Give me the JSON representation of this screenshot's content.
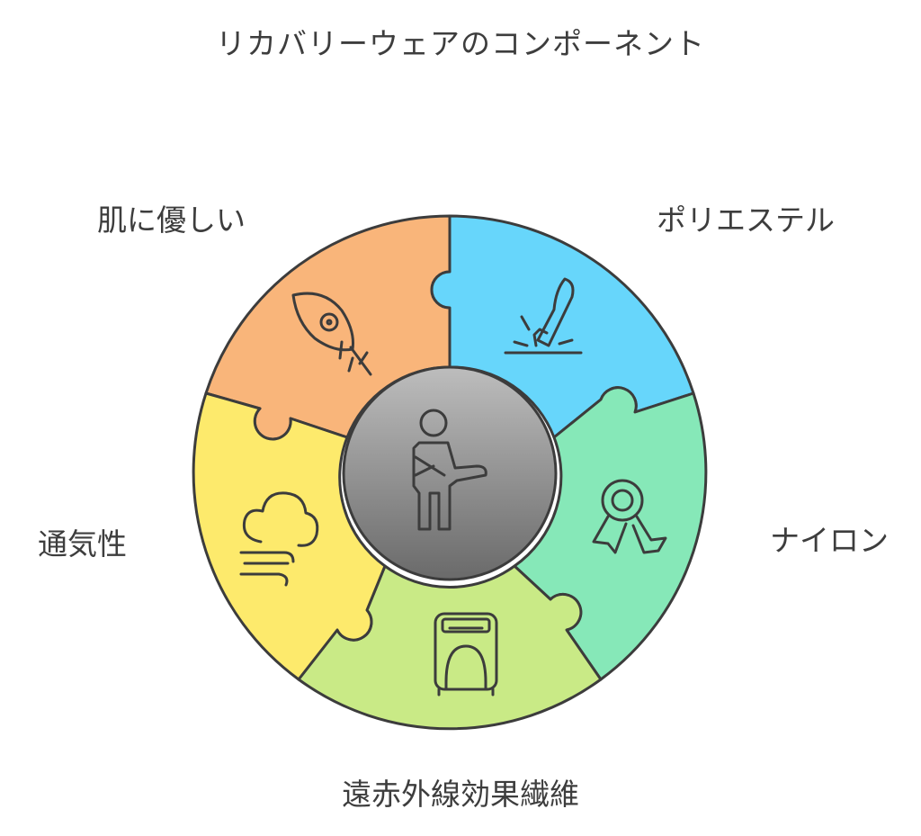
{
  "title": "リカバリーウェアのコンポーネント",
  "center": {
    "icon": "injured-person-icon"
  },
  "segments": [
    {
      "key": "skin",
      "label": "肌に優しい",
      "icon": "feather-icon",
      "color": "#f9b57a"
    },
    {
      "key": "polyester",
      "label": "ポリエステル",
      "icon": "knife-cut-icon",
      "color": "#67d6fb"
    },
    {
      "key": "nylon",
      "label": "ナイロン",
      "icon": "award-ribbon-icon",
      "color": "#86e8b8"
    },
    {
      "key": "far_infrared",
      "label": "遠赤外線効果繊維",
      "icon": "heater-icon",
      "color": "#c9ea86"
    },
    {
      "key": "breathability",
      "label": "通気性",
      "icon": "cloud-wind-icon",
      "color": "#fdea6c"
    }
  ],
  "colors": {
    "center_top": "#bdbdbd",
    "center_bottom": "#6a6a6a",
    "stroke": "#3c3c3c"
  }
}
